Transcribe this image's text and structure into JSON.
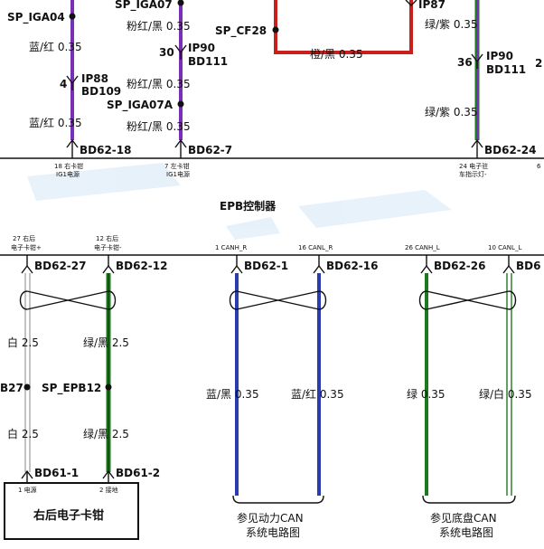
{
  "title": "EPB控制器",
  "colors": {
    "purple": "#7a2fb8",
    "red": "#c8201c",
    "green_dark": "#1e7a1e",
    "blue": "#2a3cb0",
    "white_wire": "#9a9a9a"
  },
  "top": {
    "left": {
      "splice": "SP_IGA04",
      "wire1": "蓝/红 0.35",
      "pin": "4",
      "conn1": "IP88",
      "conn2": "BD109",
      "wire2": "蓝/红 0.35",
      "connector": "BD62-18",
      "pin_desc_1": "18 右卡钳",
      "pin_desc_2": "IG1电源"
    },
    "mid": {
      "splice1": "SP_IGA07",
      "wire1": "粉红/黑 0.35",
      "pin": "30",
      "conn1": "IP90",
      "conn2": "BD111",
      "wire2": "粉红/黑 0.35",
      "splice2": "SP_IGA07A",
      "wire3": "粉红/黑 0.35",
      "connector": "BD62-7",
      "pin_desc_1": "7 左卡钳",
      "pin_desc_2": "IG1电源"
    },
    "center": {
      "splice": "SP_CF28",
      "conn": "IP87",
      "wire": "橙/黑 0.35"
    },
    "right": {
      "wire1": "绿/紫 0.35",
      "pin": "36",
      "conn1": "IP90",
      "conn2": "BD111",
      "wire2": "绿/紫 0.35",
      "connector": "BD62-24",
      "pin_desc_1": "24 电子驻",
      "pin_desc_2": "车指示灯-",
      "edge_fragment_1": "2",
      "edge_fragment_2": "6"
    }
  },
  "bottom": {
    "ch1": {
      "pin_desc_1": "27 右后",
      "pin_desc_2": "电子卡钳+",
      "connector": "BD62-27",
      "wire1": "白 2.5",
      "wire2": "白 2.5",
      "edge_label": "B27",
      "conn_bottom": "BD61-1",
      "device_pin": "1 电源"
    },
    "ch2": {
      "pin_desc_1": "12 右后",
      "pin_desc_2": "电子卡钳-",
      "connector": "BD62-12",
      "wire1": "绿/黑 2.5",
      "splice": "SP_EPB12",
      "wire2": "绿/黑 2.5",
      "conn_bottom": "BD61-2",
      "device_pin": "2 接地"
    },
    "device": "右后电子卡钳",
    "can1": {
      "pin_desc": "1 CANH_R",
      "connector": "BD62-1",
      "wire": "蓝/黑 0.35"
    },
    "can2": {
      "pin_desc": "16 CANL_R",
      "connector": "BD62-16",
      "wire": "蓝/红 0.35"
    },
    "can3": {
      "pin_desc": "26 CANH_L",
      "connector": "BD62-26",
      "wire": "绿 0.35"
    },
    "can4": {
      "pin_desc": "10 CANL_L",
      "connector": "BD6",
      "wire": "绿/白 0.35"
    },
    "ref_power_1": "参见动力CAN",
    "ref_power_2": "系统电路图",
    "ref_chassis_1": "参见底盘CAN",
    "ref_chassis_2": "系统电路图"
  }
}
